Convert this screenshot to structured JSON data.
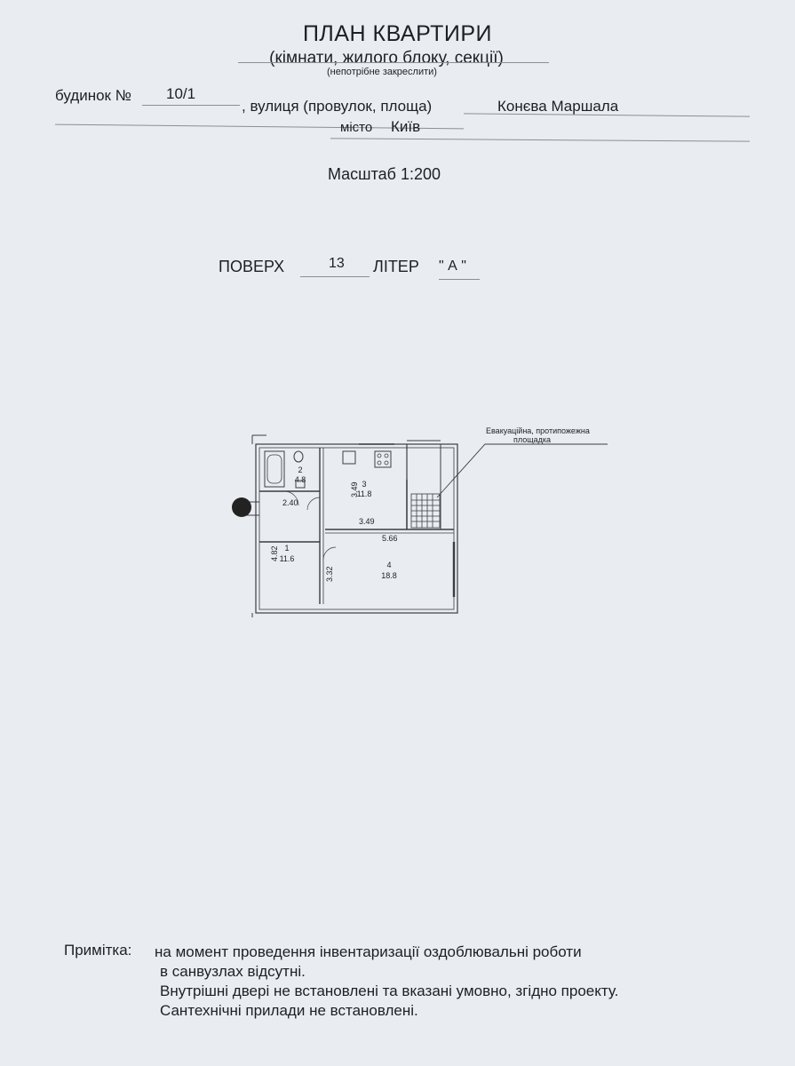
{
  "header": {
    "title": "ПЛАН КВАРТИРИ",
    "subtitle": "(кімнати, жилого блоку, секції)",
    "hint": "(непотрібне закреслити)"
  },
  "address": {
    "building_label": "будинок №",
    "building_value": "10/1",
    "street_label": ", вулиця (провулок, площа)",
    "street_value": "Конєва Маршала",
    "city_label": "місто",
    "city_value": "Київ"
  },
  "scale": "Масштаб 1:200",
  "floor": {
    "floor_label": "ПОВЕРХ",
    "floor_value": "13",
    "letter_label": "ЛІТЕР",
    "letter_value": "\" А \""
  },
  "plan": {
    "callout": [
      "Евакуаційна, протипожежна",
      "площадка"
    ],
    "rooms": [
      {
        "number": "1",
        "area": "11.6"
      },
      {
        "number": "2",
        "area": "4.8"
      },
      {
        "number": "3",
        "area": "11.8"
      },
      {
        "number": "4",
        "area": "18.8"
      }
    ],
    "dimensions": {
      "d240": "2.40",
      "d349_v": "3.49",
      "d349_h": "3.49",
      "d566": "5.66",
      "d482": "4.82",
      "d332": "3.32"
    }
  },
  "note": {
    "label": "Примітка:",
    "line1": "на момент  проведення  інвентаризації оздоблювальні роботи",
    "line2": "в санвузлах  відсутні.",
    "line3": "Внутрішні двері не встановлені та вказані умовно, згідно проекту.",
    "line4": "Сантехнічні прилади не встановлені."
  }
}
